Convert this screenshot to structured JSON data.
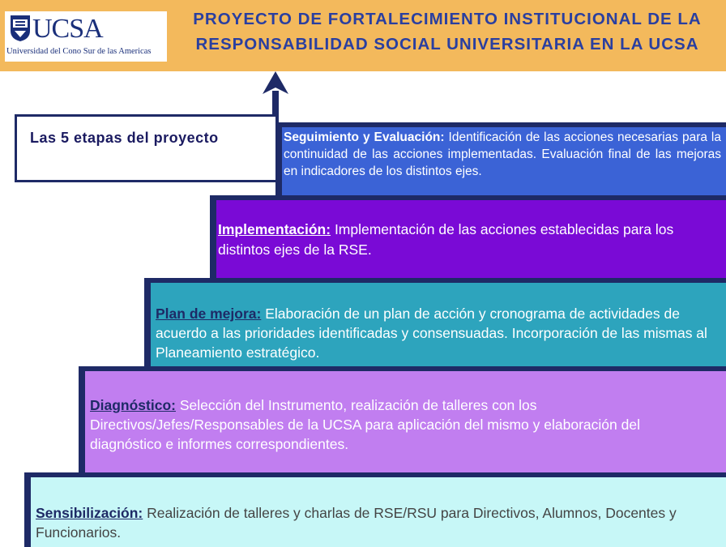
{
  "header": {
    "logo_name": "UCSA",
    "logo_subtitle": "Universidad del Cono Sur de las Americas",
    "title_line1": "PROYECTO DE FORTALECIMIENTO INSTITUCIONAL DE LA",
    "title_line2": "RESPONSABILIDAD SOCIAL UNIVERSITARIA EN LA UCSA"
  },
  "stage_label": "Las 5 etapas del proyecto",
  "steps": [
    {
      "heading": "Sensibilización:",
      "text": "Realización de talleres y charlas de RSE/RSU para Directivos, Alumnos, Docentes y Funcionarios."
    },
    {
      "heading": "Diagnóstico:",
      "text": "Selección del Instrumento, realización de talleres con los Directivos/Jefes/Responsables de la UCSA para aplicación del mismo y elaboración del diagnóstico e informes correspondientes."
    },
    {
      "heading": "Plan de mejora:",
      "text": "Elaboración de un plan de acción y cronograma de actividades de acuerdo a las prioridades identificadas y consensuadas. Incorporación de las mismas al Planeamiento estratégico."
    },
    {
      "heading": "Implementación:",
      "text": "Implementación de las acciones establecidas para los distintos ejes de la RSE."
    },
    {
      "heading": "Seguimiento y Evaluación:",
      "text": "Identificación de las acciones necesarias para la continuidad de las acciones implementadas. Evaluación final de las mejoras en indicadores de los distintos ejes."
    }
  ],
  "colors": {
    "header_bg": "#f3b95c",
    "title": "#2a3fa0",
    "step1": "#c7f7f7",
    "step2": "#c17ef0",
    "step3": "#2da4bd",
    "step4": "#7a0ad6",
    "step5": "#3b63d6",
    "outline": "#1e2a66"
  }
}
